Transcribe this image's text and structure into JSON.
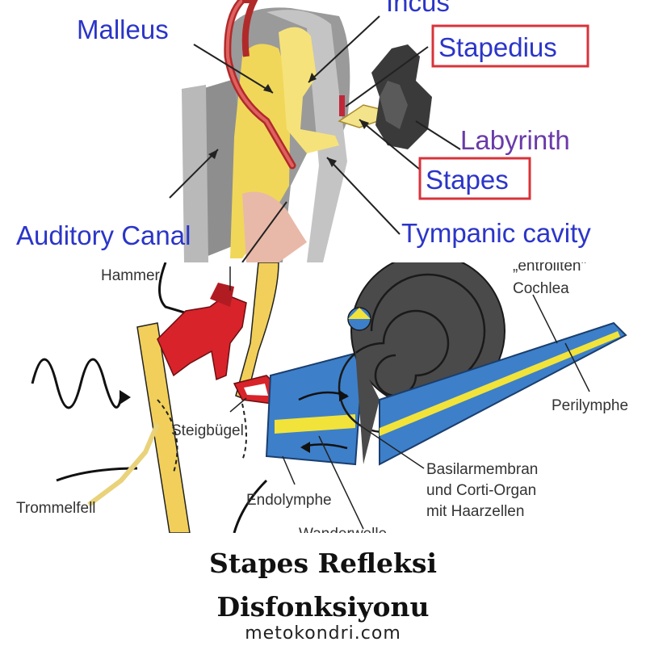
{
  "top_diagram": {
    "labels": {
      "malleus": "Malleus",
      "incus": "Incus",
      "stapedius": "Stapedius",
      "labyrinth": "Labyrinth",
      "stapes": "Stapes",
      "auditory_canal": "Auditory Canal",
      "tympanic_cavity": "Tympanic cavity"
    },
    "colors": {
      "label_blue": "#2b35c8",
      "label_purple": "#6a3aa8",
      "highlight_box": "#d8333a"
    }
  },
  "bottom_diagram": {
    "labels": {
      "hammer": "Hammer",
      "cochlea_top": "„entrollten\"",
      "cochlea": "Cochlea",
      "perilymphe": "Perilymphe",
      "steigbugel": "Steigbügel",
      "basilar_1": "Basilarmembran",
      "basilar_2": "und Corti-Organ",
      "basilar_3": "mit Haarzellen",
      "trommelfell": "Trommelfell",
      "endolymphe": "Endolymphe",
      "wanderwelle": "Wanderwelle"
    }
  },
  "caption": {
    "title_line1": "Stapes Refleksi",
    "title_line2": "Disfonksiyonu",
    "site": "metokondri.com"
  }
}
